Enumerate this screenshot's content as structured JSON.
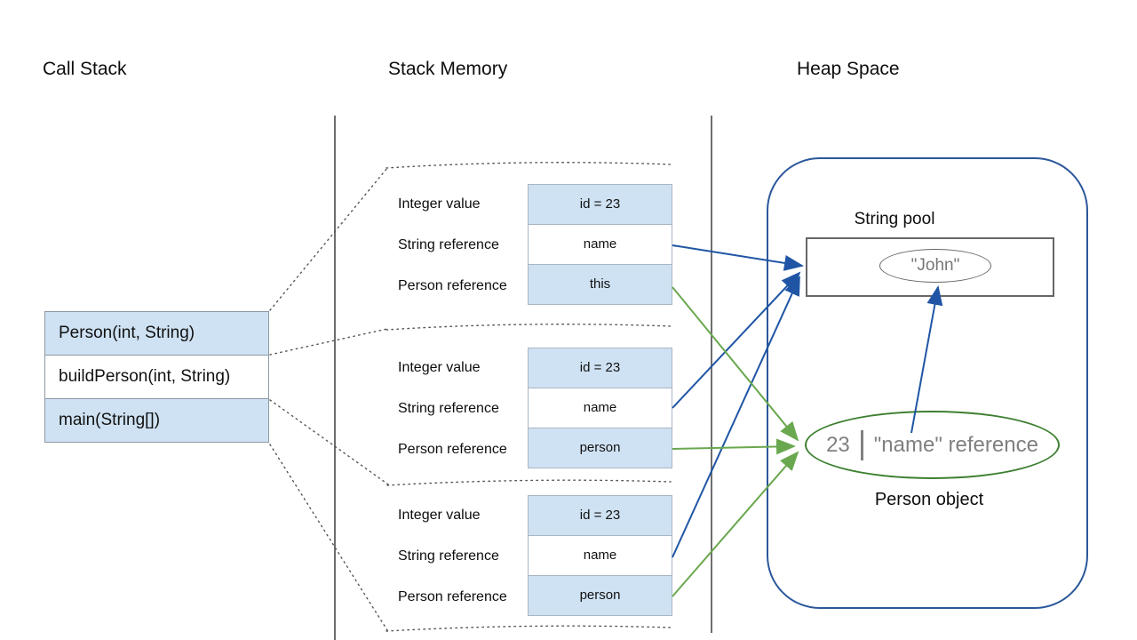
{
  "titles": {
    "call_stack": "Call Stack",
    "stack_memory": "Stack Memory",
    "heap_space": "Heap Space"
  },
  "call_stack": {
    "frames": [
      {
        "label": "Person(int, String)"
      },
      {
        "label": "buildPerson(int, String)"
      },
      {
        "label": "main(String[])"
      }
    ]
  },
  "stack_memory": {
    "frames": [
      {
        "rows": [
          {
            "label": "Integer value",
            "value": "id = 23"
          },
          {
            "label": "String reference",
            "value": "name"
          },
          {
            "label": "Person reference",
            "value": "this"
          }
        ]
      },
      {
        "rows": [
          {
            "label": "Integer value",
            "value": "id = 23"
          },
          {
            "label": "String reference",
            "value": "name"
          },
          {
            "label": "Person reference",
            "value": "person"
          }
        ]
      },
      {
        "rows": [
          {
            "label": "Integer value",
            "value": "id = 23"
          },
          {
            "label": "String reference",
            "value": "name"
          },
          {
            "label": "Person reference",
            "value": "person"
          }
        ]
      }
    ]
  },
  "heap": {
    "string_pool": {
      "label": "String pool",
      "value": "\"John\""
    },
    "person_object": {
      "label": "Person object",
      "id_value": "23",
      "name_field": "\"name\" reference"
    }
  },
  "colors": {
    "box_fill_blue": "#cfe2f3",
    "arrow_blue": "#1f55a4",
    "arrow_green": "#6aa84f",
    "heap_border": "#2b579a",
    "person_ellipse_border": "#3d8030",
    "gray_text": "#808080"
  }
}
